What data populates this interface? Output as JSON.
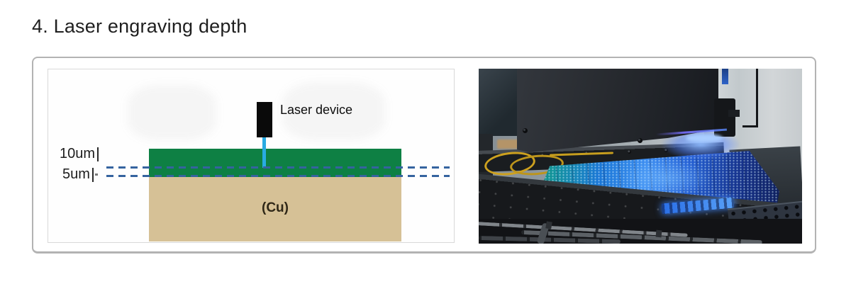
{
  "page": {
    "title": "4. Laser engraving depth"
  },
  "figure": {
    "diagram": {
      "device_label": "Laser device",
      "depth_top": "10um",
      "depth_bottom": "5um",
      "material_label": "(Cu)"
    }
  },
  "colors": {
    "title_text": "#1f1f1f",
    "panel_border": "#b3b3b3",
    "diagram_border": "#d9d9d9",
    "mask_green": "#0e8044",
    "copper_tan": "#d6c196",
    "beam_blue": "#29abe2",
    "dash_blue": "#35639f",
    "label_text": "#1d1d1d"
  }
}
